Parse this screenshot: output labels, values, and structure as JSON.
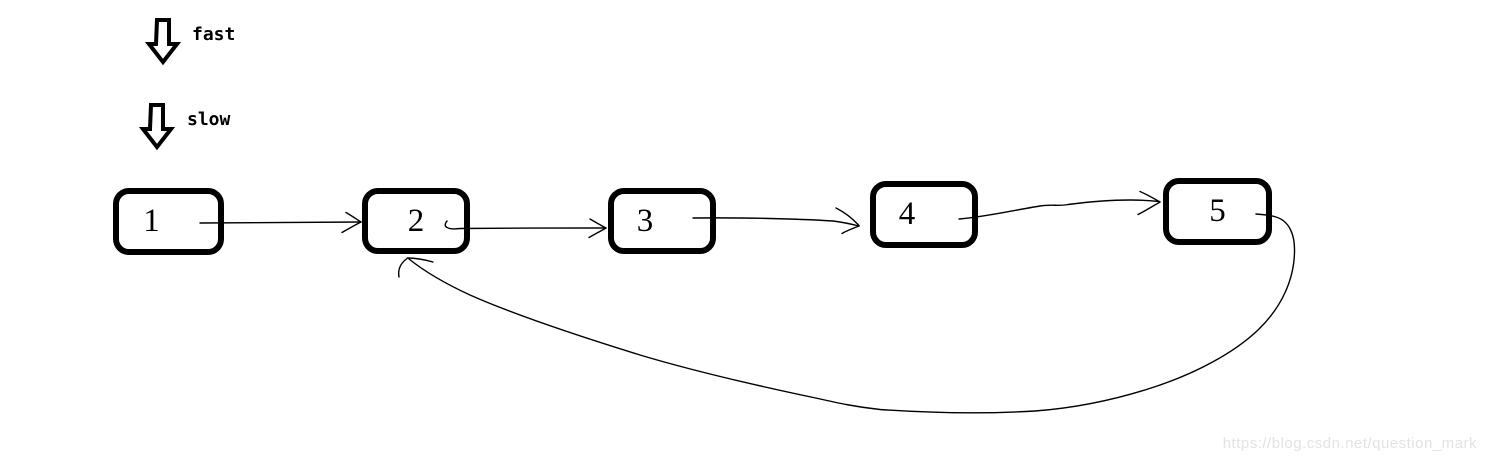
{
  "diagram": {
    "type": "linked-list-with-cycle",
    "description": "Singly linked list 1→2→3→4→5 with tail node 5 pointing back to node 2; fast and slow pointers shown at head"
  },
  "pointers": [
    {
      "label": "fast",
      "icon": "down-block-arrow-icon"
    },
    {
      "label": "slow",
      "icon": "down-block-arrow-icon"
    }
  ],
  "nodes": [
    {
      "label": "1"
    },
    {
      "label": "2"
    },
    {
      "label": "3"
    },
    {
      "label": "4"
    },
    {
      "label": "5"
    }
  ],
  "edges": [
    {
      "from": "1",
      "to": "2",
      "type": "next"
    },
    {
      "from": "2",
      "to": "3",
      "type": "next"
    },
    {
      "from": "3",
      "to": "4",
      "type": "next"
    },
    {
      "from": "4",
      "to": "5",
      "type": "next"
    },
    {
      "from": "5",
      "to": "2",
      "type": "cycle-back"
    }
  ],
  "watermark": {
    "text": "https://blog.csdn.net/question_mark"
  },
  "colors": {
    "stroke": "#000000",
    "background": "#ffffff",
    "watermark": "#e3e3e6"
  }
}
